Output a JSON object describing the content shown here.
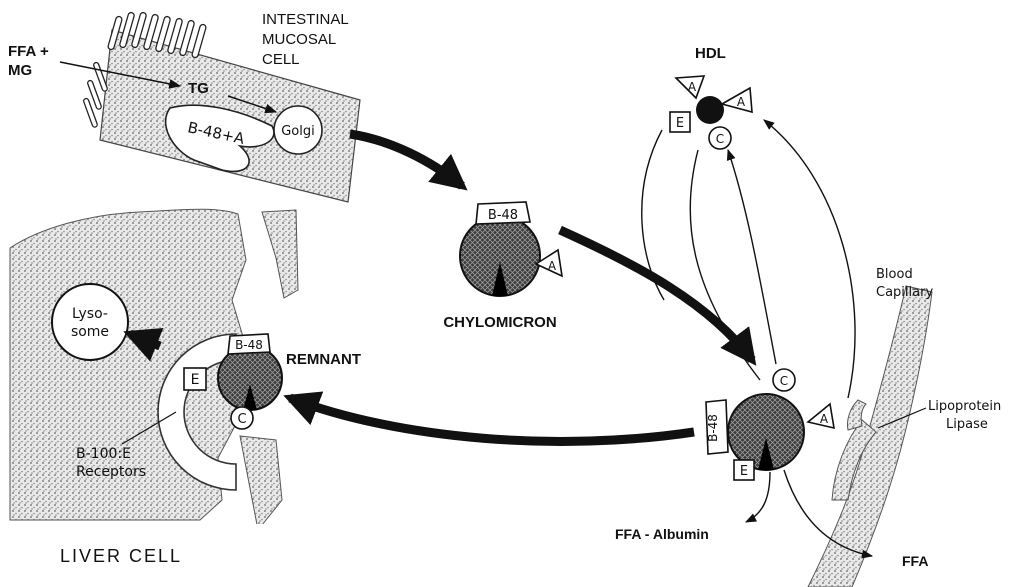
{
  "labels": {
    "intestinal_cell": [
      "INTESTINAL",
      "MUCOSAL",
      "CELL"
    ],
    "ffa_mg": [
      "FFA +",
      "MG"
    ],
    "tg": "TG",
    "b48a": "B-48+A",
    "golgi": "Golgi",
    "chylomicron": "CHYLOMICRON",
    "hdl": "HDL",
    "remnant": "REMNANT",
    "lysosome": [
      "Lyso-",
      "some"
    ],
    "receptors": [
      "B-100:E",
      "Receptors"
    ],
    "liver_cell": "LIVER CELL",
    "blood_capillary": [
      "Blood",
      "Capillary"
    ],
    "lipoprotein_lipase": [
      "Lipoprotein",
      "Lipase"
    ],
    "ffa_albumin": "FFA - Albumin",
    "ffa": "FFA"
  },
  "apoproteins": {
    "a": "A",
    "b48": "B-48",
    "c": "C",
    "e": "E"
  }
}
